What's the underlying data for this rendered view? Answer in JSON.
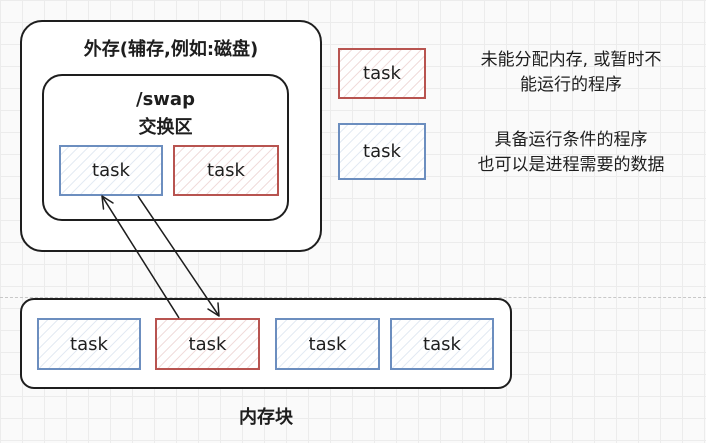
{
  "external_storage": {
    "title": "外存(辅存,例如:磁盘)"
  },
  "swap_area": {
    "line1": "/swap",
    "line2": "交换区",
    "tasks": [
      {
        "label": "task",
        "color": "blue"
      },
      {
        "label": "task",
        "color": "red"
      }
    ]
  },
  "memory_block": {
    "title": "内存块",
    "tasks": [
      {
        "label": "task",
        "color": "blue"
      },
      {
        "label": "task",
        "color": "red"
      },
      {
        "label": "task",
        "color": "blue"
      },
      {
        "label": "task",
        "color": "blue"
      }
    ]
  },
  "legend": [
    {
      "task_label": "task",
      "color": "red",
      "line1": "未能分配内存, 或暂时不",
      "line2": "能运行的程序"
    },
    {
      "task_label": "task",
      "color": "blue",
      "line1": "具备运行条件的程序",
      "line2": "也可以是进程需要的数据"
    }
  ],
  "colors": {
    "blue": "#6c8ebf",
    "red": "#b85450",
    "stroke": "#1e1e1e"
  }
}
